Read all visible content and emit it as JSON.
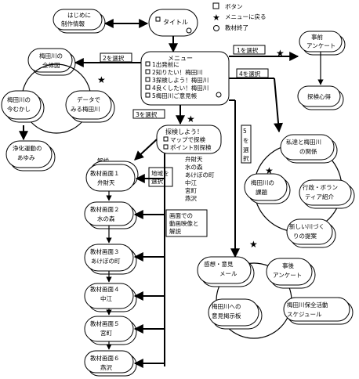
{
  "legend": {
    "button": "ボタン",
    "return_menu": "メニューに戻る",
    "end": "教材終了"
  },
  "nodes": {
    "intro": [
      "はじめに",
      "制作情報"
    ],
    "title": "タイトル",
    "menu": {
      "heading": "メニュー",
      "items": [
        "1出発前に",
        "2知りたい！梅田川",
        "3探検しよう！梅田川",
        "4良くしたい！梅田川",
        "5梅田川ご意見帳"
      ]
    },
    "pre_questionnaire": [
      "事前",
      "アンケート"
    ],
    "exploration_notes": "探検心得",
    "overview": [
      "梅田川の",
      "全体図"
    ],
    "past_present": [
      "梅田川の",
      "今むかし"
    ],
    "data_view": [
      "データで",
      "みる梅田川"
    ],
    "cleanup_history": [
      "浄化運動の",
      "あゆみ"
    ],
    "explore": {
      "heading": "探検しよう！",
      "items": [
        "マップで探検",
        "ポイント別探検"
      ]
    },
    "commentary": "解説",
    "screens": [
      [
        "教材画面１",
        "弁財天"
      ],
      [
        "教材画面２",
        "水の森"
      ],
      [
        "教材画面３",
        "あけぼの町"
      ],
      [
        "教材画面４",
        "中江"
      ],
      [
        "教材画面５",
        "宮町"
      ],
      [
        "教材画面６",
        "燕沢"
      ]
    ],
    "place_list": [
      "弁財天",
      "水の森",
      "あけぼの町",
      "中江",
      "宮町",
      "燕沢"
    ],
    "area_select": [
      "地域を",
      "選択"
    ],
    "commentary_note": [
      "画面での",
      "動画映像と",
      "解説"
    ],
    "river_work": [
      "梅田川の",
      "課題"
    ],
    "our_river": [
      "私達と梅田川",
      "の関係"
    ],
    "admin_volunteer": [
      "行政・ボラン",
      "ティア紹介"
    ],
    "new_river": [
      "新しい川づく",
      "りの提案"
    ],
    "opinion_mail": [
      "感想・意見",
      "メール"
    ],
    "post_questionnaire": [
      "事後",
      "アンケート"
    ],
    "opinion_board": [
      "梅田川への",
      "意見掲示板"
    ],
    "activity_schedule": [
      "梅田川保全活動",
      "スケジュール"
    ]
  },
  "arrow_labels": {
    "sel1": "1を選択",
    "sel2": "2を選択",
    "sel3": "3を選択",
    "sel4": "4を選択",
    "sel5": "5を選択"
  }
}
